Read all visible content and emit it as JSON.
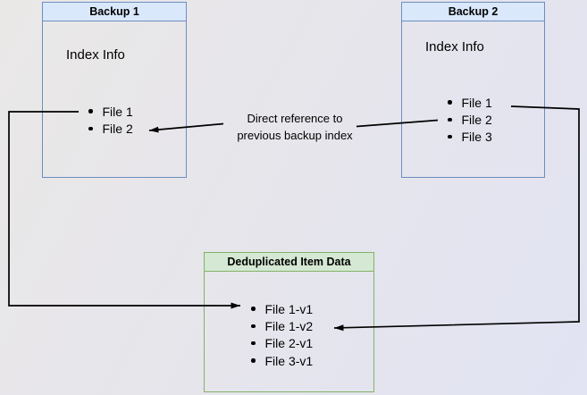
{
  "diagram": {
    "backup1": {
      "title": "Backup 1",
      "subtitle": "Index Info",
      "items": [
        "File 1",
        "File 2"
      ]
    },
    "backup2": {
      "title": "Backup 2",
      "subtitle": "Index Info",
      "items": [
        "File 1",
        "File 2",
        "File 3"
      ]
    },
    "dedup": {
      "title": "Deduplicated Item Data",
      "items": [
        "File 1-v1",
        "File 1-v2",
        "File 2-v1",
        "File 3-v1"
      ]
    },
    "annotation": {
      "line1": "Direct reference to",
      "line2": "previous backup index"
    },
    "colors": {
      "blue_header_fill": "#dae8fc",
      "blue_border": "#6c8ebf",
      "green_header_fill": "#d5e8d4",
      "green_border": "#82b366",
      "arrow": "#000000",
      "background_top_left": "#eae8e7",
      "background_bottom_right": "#e2e3f3"
    }
  }
}
